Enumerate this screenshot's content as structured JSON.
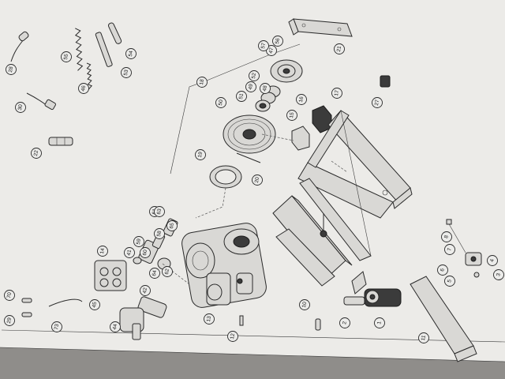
{
  "drawing": {
    "callouts": [
      "1",
      "2",
      "3",
      "4",
      "5",
      "6",
      "7",
      "8",
      "10",
      "11",
      "12",
      "13",
      "14",
      "15",
      "16",
      "17",
      "18",
      "19",
      "20",
      "21",
      "22",
      "27",
      "28",
      "29",
      "30",
      "41",
      "42",
      "44",
      "45",
      "46",
      "47",
      "48",
      "49",
      "50",
      "51",
      "52",
      "53",
      "54",
      "55",
      "56",
      "57",
      "58",
      "59",
      "60",
      "61",
      "62",
      "63",
      "64",
      "65",
      "70",
      "73"
    ]
  },
  "colors": {
    "paper": "#ecebe8",
    "background": "#9c9a97",
    "ink": "#2a2a2a"
  }
}
